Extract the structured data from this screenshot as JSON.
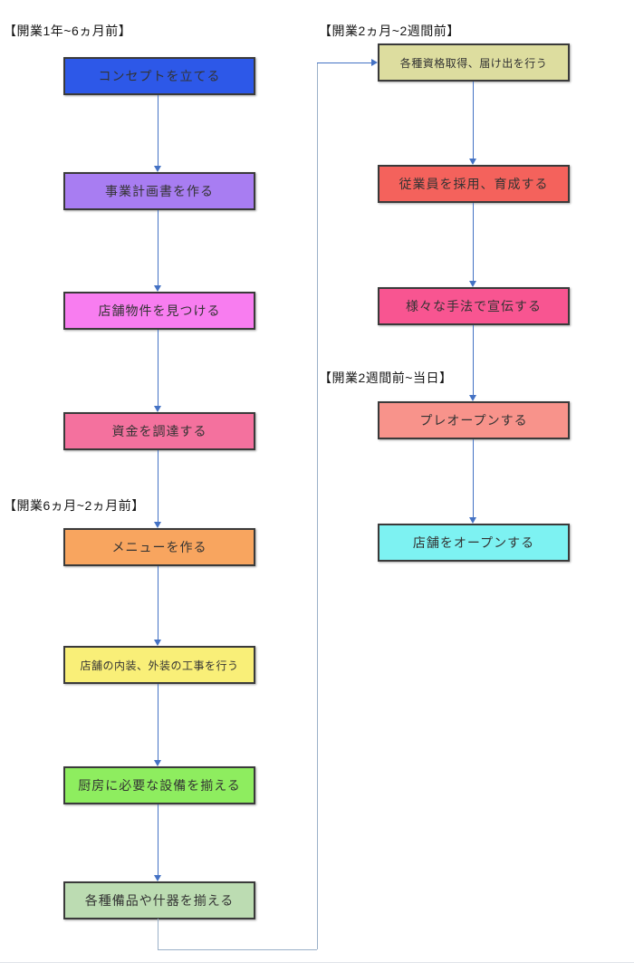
{
  "title": "restaurant-opening-flowchart",
  "sections": [
    {
      "label": "【開業1年~6ヵ月前】"
    },
    {
      "label": "【開業6ヵ月~2ヵ月前】"
    },
    {
      "label": "【開業2ヵ月~2週間前】"
    },
    {
      "label": "【開業2週間前~当日】"
    }
  ],
  "steps": [
    {
      "label": "コンセプトを立てる",
      "color": "#2d58e8"
    },
    {
      "label": "事業計画書を作る",
      "color": "#a87df2"
    },
    {
      "label": "店舗物件を見つける",
      "color": "#f87df0"
    },
    {
      "label": "資金を調達する",
      "color": "#f4719e"
    },
    {
      "label": "メニューを作る",
      "color": "#f8a55f"
    },
    {
      "label": "店舗の内装、外装の工事を行う",
      "color": "#f9ef78"
    },
    {
      "label": "厨房に必要な設備を揃える",
      "color": "#8eed5f"
    },
    {
      "label": "各種備品や什器を揃える",
      "color": "#bcdcb2"
    },
    {
      "label": "各種資格取得、届け出を行う",
      "color": "#dddd9f"
    },
    {
      "label": "従業員を採用、育成する",
      "color": "#f4625c"
    },
    {
      "label": "様々な手法で宣伝する",
      "color": "#f85591"
    },
    {
      "label": "プレオープンする",
      "color": "#f8938b"
    },
    {
      "label": "店舗をオープンする",
      "color": "#7df2f2"
    }
  ],
  "edges": [
    [
      0,
      1
    ],
    [
      1,
      2
    ],
    [
      2,
      3
    ],
    [
      3,
      4
    ],
    [
      4,
      5
    ],
    [
      5,
      6
    ],
    [
      6,
      7
    ],
    [
      7,
      8
    ],
    [
      8,
      9
    ],
    [
      9,
      10
    ],
    [
      10,
      11
    ],
    [
      11,
      12
    ]
  ],
  "colors": {
    "arrow": "#4472c4",
    "connector": "#9ab0c8",
    "box_border": "#3a3a3a",
    "text": "#333333"
  }
}
